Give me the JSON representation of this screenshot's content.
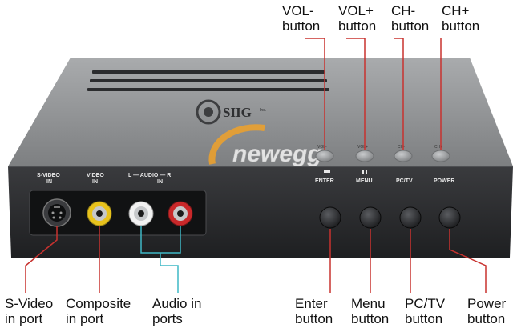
{
  "image": {
    "top_callouts": [
      {
        "line1": "VOL-",
        "line2": "button"
      },
      {
        "line1": "VOL+",
        "line2": "button"
      },
      {
        "line1": "CH-",
        "line2": "button"
      },
      {
        "line1": "CH+",
        "line2": "button"
      }
    ],
    "bottom_callouts": [
      {
        "line1": "S-Video",
        "line2": "in port"
      },
      {
        "line1": "Composite",
        "line2": "in port"
      },
      {
        "line1": "Audio in",
        "line2": "ports"
      },
      {
        "line1": "Enter",
        "line2": "button"
      },
      {
        "line1": "Menu",
        "line2": "button"
      },
      {
        "line1": "PC/TV",
        "line2": "button"
      },
      {
        "line1": "Power",
        "line2": "button"
      }
    ],
    "panel_labels": {
      "svideo_l1": "S-VIDEO",
      "svideo_l2": "IN",
      "video_l1": "VIDEO",
      "video_l2": "IN",
      "audio_l1": "L — AUDIO — R",
      "audio_l2": "IN",
      "enter": "ENTER",
      "menu": "MENU",
      "pctv": "PC/TV",
      "power": "POWER"
    },
    "top_button_labels": [
      "VOL-",
      "VOL+",
      "CH-",
      "CH+"
    ],
    "brand": "SIIG",
    "watermark": "newegg",
    "colors": {
      "callout_line_red": "#c8322f",
      "callout_line_cyan": "#3fb8c6",
      "chassis_top": "#8e9092",
      "chassis_front": "#2a2b2d",
      "rca_yellow": "#e8c21c",
      "rca_white": "#f2f2f2",
      "rca_red": "#c9282a"
    }
  }
}
